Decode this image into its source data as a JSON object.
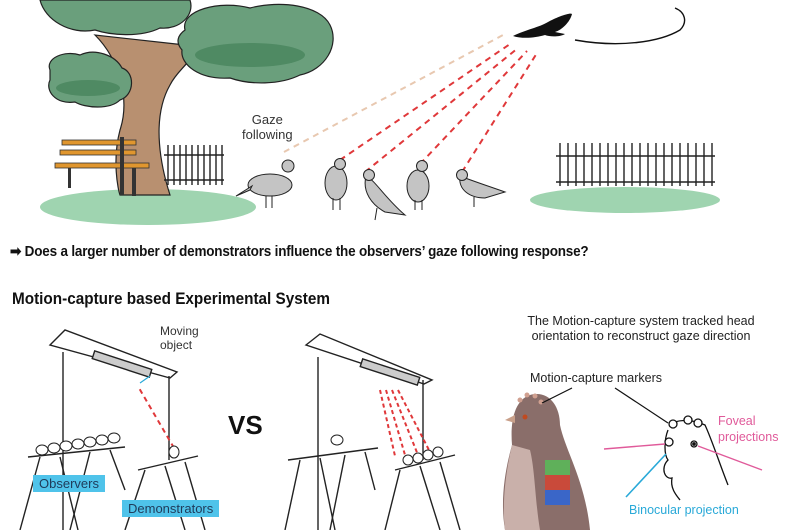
{
  "scene": {
    "gaze_label_line1": "Gaze",
    "gaze_label_line2": "following",
    "question": "➡ Does a larger number of demonstrators influence the observers’ gaze following response?"
  },
  "experimental_system": {
    "title": "Motion-capture based Experimental System",
    "moving_object_line1": "Moving",
    "moving_object_line2": "object",
    "vs_label": "VS",
    "observers_label": "Observers",
    "demonstrators_label": "Demonstrators"
  },
  "motion_capture": {
    "caption_line1": "The Motion-capture system tracked head",
    "caption_line2": "orientation to reconstruct gaze direction",
    "markers_label": "Motion-capture markers",
    "foveal_line1": "Foveal",
    "foveal_line2": "projections",
    "binocular_label": "Binocular projection"
  },
  "colors": {
    "tree_foliage": "#6a9f7c",
    "tree_trunk": "#b89070",
    "grass": "#9fd4b0",
    "bench": "#e0962e",
    "gaze_line_demonstrator": "#e0383a",
    "gaze_line_observer": "#e8c8b0",
    "tag_blue": "#4fc3ea",
    "foveal_pink": "#e05a9a",
    "binocular_blue": "#29a9d8"
  }
}
